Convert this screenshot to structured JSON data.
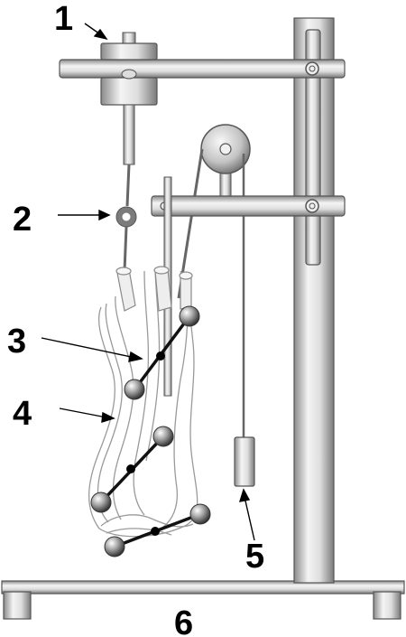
{
  "labels": {
    "l1": "1",
    "l2": "2",
    "l3": "3",
    "l4": "4",
    "l5": "5",
    "l6": "6"
  },
  "colors": {
    "metal_light": "#f2f2f2",
    "metal_mid": "#bdbdbd",
    "metal_dark": "#6f6f6f",
    "ball_highlight": "#ffffff",
    "ball_shadow": "#3a3a3a",
    "outline": "#555555",
    "string": "#6a6a6a",
    "bone": "#efefef",
    "bone_outline": "#9a9a9a",
    "marker_dot": "#000000",
    "text": "#000000"
  }
}
